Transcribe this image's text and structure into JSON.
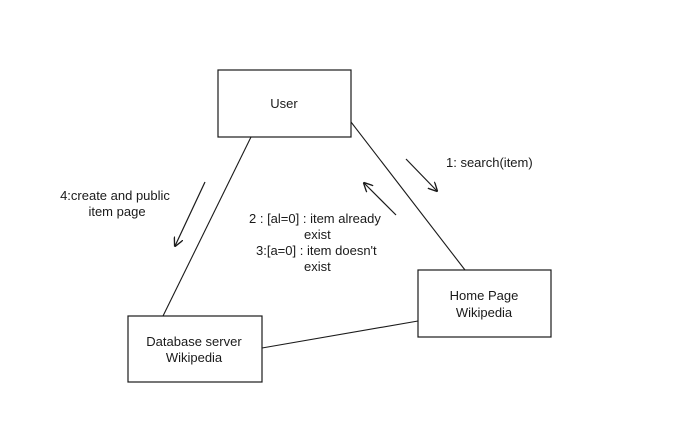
{
  "nodes": {
    "user": {
      "label": "User"
    },
    "home": {
      "line1": "Home Page",
      "line2": "Wikipedia"
    },
    "db": {
      "line1": "Database server",
      "line2": "Wikipedia"
    }
  },
  "messages": {
    "search": "1: search(item)",
    "exists_l1": "2 : [al=0] : item already",
    "exists_l2": "exist",
    "notexists_l1": "3:[a=0] : item doesn't",
    "notexists_l2": "exist",
    "create_l1": "4:create and public",
    "create_l2": "item page"
  }
}
